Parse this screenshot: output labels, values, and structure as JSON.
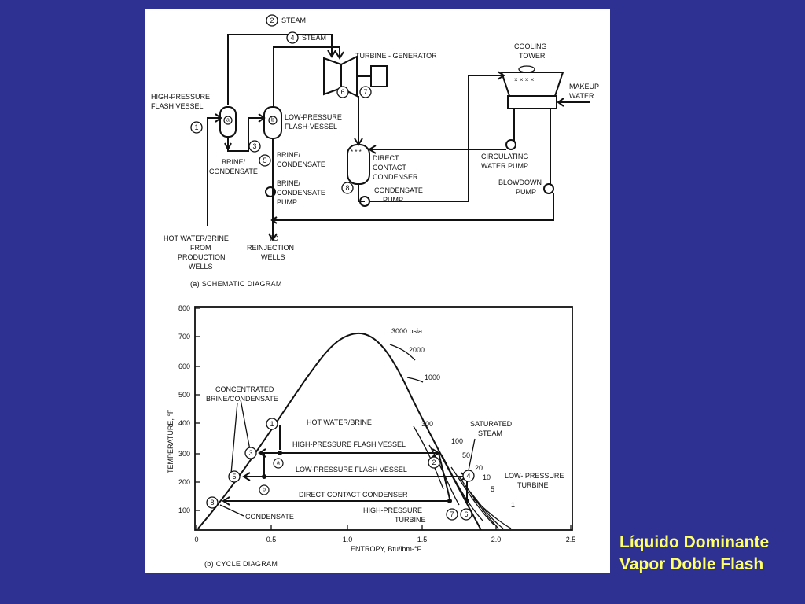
{
  "slide": {
    "caption_line1": "Líquido Dominante",
    "caption_line2": "Vapor Doble Flash",
    "background_color": "#2e3192",
    "caption_color": "#ffff66"
  },
  "schematic": {
    "title": "(a)     SCHEMATIC DIAGRAM",
    "steam_2": "STEAM",
    "steam_4": "STEAM",
    "turbine_generator": "TURBINE - GENERATOR",
    "cooling_tower_1": "COOLING",
    "cooling_tower_2": "TOWER",
    "makeup_water_1": "MAKEUP",
    "makeup_water_2": "WATER",
    "hp_flash_vessel_1": "HIGH-PRESSURE",
    "hp_flash_vessel_2": "FLASH VESSEL",
    "lp_flash_vessel_1": "LOW-PRESSURE",
    "lp_flash_vessel_2": "FLASH-VESSEL",
    "brine_condensate_a_1": "BRINE/",
    "brine_condensate_a_2": "CONDENSATE",
    "brine_condensate_b_1": "BRINE/",
    "brine_condensate_b_2": "CONDENSATE",
    "brine_pump_1": "BRINE/",
    "brine_pump_2": "CONDENSATE",
    "brine_pump_3": "PUMP",
    "dcc_1": "DIRECT",
    "dcc_2": "CONTACT",
    "dcc_3": "CONDENSER",
    "condensate_pump_1": "CONDENSATE",
    "condensate_pump_2": "PUMP",
    "circ_pump_1": "CIRCULATING",
    "circ_pump_2": "WATER PUMP",
    "blowdown_pump_1": "BLOWDOWN",
    "blowdown_pump_2": "PUMP",
    "hot_water_1": "HOT WATER/BRINE",
    "hot_water_2": "FROM",
    "hot_water_3": "PRODUCTION",
    "hot_water_4": "WELLS",
    "reinjection_1": "TO",
    "reinjection_2": "REINJECTION",
    "reinjection_3": "WELLS",
    "vessel_a": "a",
    "vessel_b": "b",
    "states": [
      "1",
      "2",
      "3",
      "4",
      "5",
      "6",
      "7",
      "8"
    ]
  },
  "cycle": {
    "title": "(b)     CYCLE DIAGRAM",
    "ylabel": "TEMPERATURE, °F",
    "xlabel": "ENTROPY, Btu/lbm-°F",
    "y_ticks": [
      "100",
      "200",
      "300",
      "400",
      "500",
      "600",
      "700",
      "800"
    ],
    "x_ticks": [
      "0",
      "0.5",
      "1.0",
      "1.5",
      "2.0",
      "2.5"
    ],
    "iso_3000": "3000 psia",
    "iso_2000": "2000",
    "iso_1000": "1000",
    "iso_300": "300",
    "iso_100": "100",
    "iso_50": "50",
    "iso_20": "20",
    "iso_10": "10",
    "iso_5": "5",
    "iso_1": "1",
    "concentrated_1": "CONCENTRATED",
    "concentrated_2": "BRINE/CONDENSATE",
    "hot_water_brine": "HOT WATER/BRINE",
    "hp_flash_vessel": "HIGH-PRESSURE FLASH VESSEL",
    "lp_flash_vessel": "LOW-PRESSURE FLASH VESSEL",
    "dcc": "DIRECT CONTACT CONDENSER",
    "condensate": "CONDENSATE",
    "saturated_1": "SATURATED",
    "saturated_2": "STEAM",
    "lp_turbine_1": "LOW- PRESSURE",
    "lp_turbine_2": "TURBINE",
    "hp_turbine_1": "HIGH-PRESSURE",
    "hp_turbine_2": "TURBINE",
    "point_a": "a",
    "point_b": "b",
    "states": [
      "1",
      "2",
      "3",
      "4",
      "5",
      "6",
      "7",
      "8"
    ]
  }
}
